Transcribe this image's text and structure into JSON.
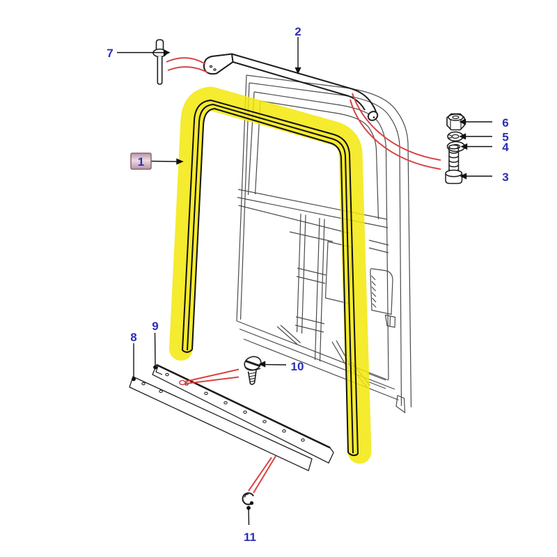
{
  "diagram": {
    "type": "exploded-parts-diagram",
    "description": "door frame with highlighted aperture seal and fastener callouts",
    "background": "#ffffff",
    "colors": {
      "highlight_yellow": "#f3e70b",
      "callout_blue": "#2a2eb4",
      "leader_red": "#d84343",
      "part_line": "#1c1c1c",
      "frame_line": "#4a4a4a",
      "selected_box_fill": "#c9a7b6",
      "selected_box_border": "#8a6474"
    },
    "callouts": [
      {
        "number": "1",
        "part": "door-aperture-seal",
        "highlighted": true,
        "boxed": true
      },
      {
        "number": "2",
        "part": "top-rail-channel"
      },
      {
        "number": "3",
        "part": "bolt"
      },
      {
        "number": "4",
        "part": "flat-washer"
      },
      {
        "number": "5",
        "part": "spring-washer"
      },
      {
        "number": "6",
        "part": "hex-nut"
      },
      {
        "number": "7",
        "part": "rivet-pin"
      },
      {
        "number": "8",
        "part": "sill-strip-lower"
      },
      {
        "number": "9",
        "part": "sill-strip-upper"
      },
      {
        "number": "10",
        "part": "pan-head-screw"
      },
      {
        "number": "11",
        "part": "spring-clip"
      }
    ]
  }
}
